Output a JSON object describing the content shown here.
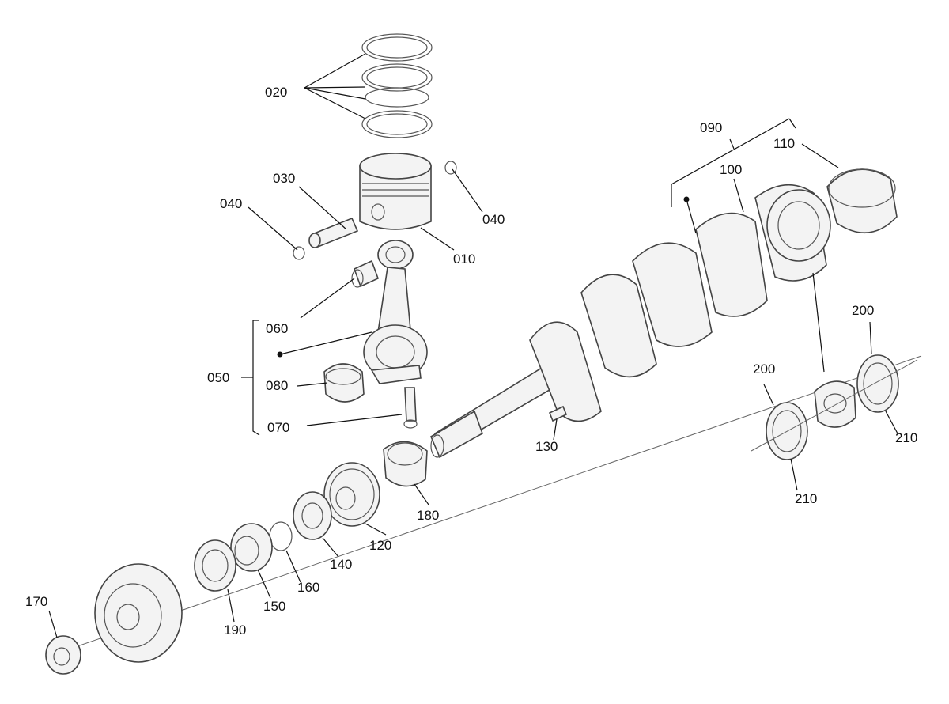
{
  "labels": {
    "p010": "010",
    "p020": "020",
    "p030": "030",
    "p040a": "040",
    "p040b": "040",
    "p050": "050",
    "p060": "060",
    "p070": "070",
    "p080": "080",
    "p090": "090",
    "p100": "100",
    "p110": "110",
    "p120": "120",
    "p130": "130",
    "p140": "140",
    "p150": "150",
    "p160": "160",
    "p170": "170",
    "p180": "180",
    "p190": "190",
    "p200a": "200",
    "p200b": "200",
    "p210a": "210",
    "p210b": "210"
  }
}
